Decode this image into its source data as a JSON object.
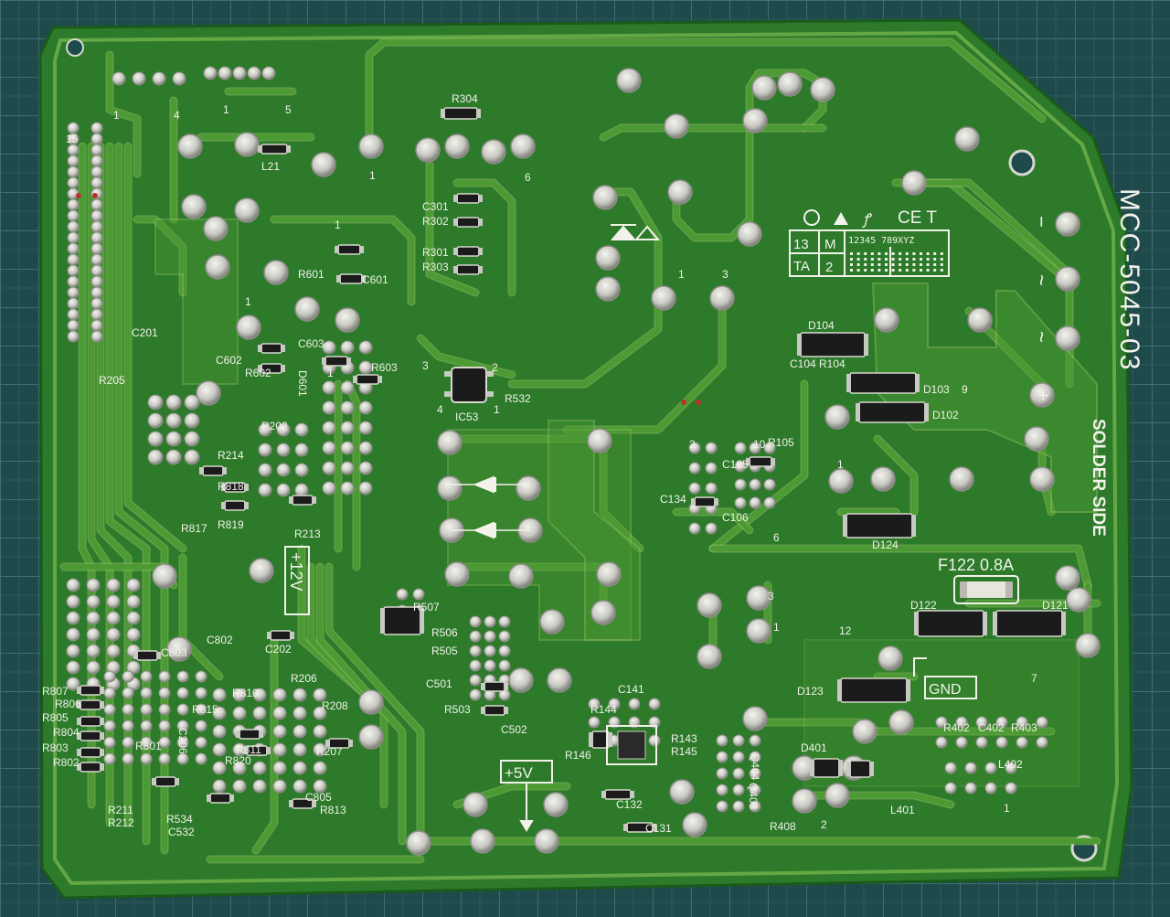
{
  "image": {
    "subject": "pcb-solder-side",
    "colors": {
      "mat": "#1f4a4c",
      "mat_grid": "#3f6f70",
      "board": "#2c7a2a",
      "board_dark": "#256824",
      "trace": "#4c9a34",
      "trace_edge": "#8fbe5e",
      "pad": "#c9c9c3",
      "pad_shadow": "#8d8d87",
      "silk": "#f2f2ea",
      "component": "#1b1b1b"
    }
  },
  "board": {
    "model": "MCC-5045-03",
    "side_label": "SOLDER SIDE",
    "fuse_label": "F122 0.8A",
    "rails": [
      "+12V",
      "+5V",
      "GND"
    ],
    "date_code": {
      "row1_left": "13",
      "row1_mid": "M",
      "row1_right": "12345 789XYZ",
      "row2_left": "TA",
      "row2_mid": "2"
    },
    "cert_mark": "CE T",
    "terminal_marks": [
      "−",
      "~",
      "~",
      "+"
    ],
    "labels": [
      {
        "t": "R304"
      },
      {
        "t": "C301"
      },
      {
        "t": "R302"
      },
      {
        "t": "R301"
      },
      {
        "t": "R303"
      },
      {
        "t": "L21"
      },
      {
        "t": "R601"
      },
      {
        "t": "C601"
      },
      {
        "t": "C201"
      },
      {
        "t": "R205"
      },
      {
        "t": "C602"
      },
      {
        "t": "R602"
      },
      {
        "t": "C603"
      },
      {
        "t": "D601"
      },
      {
        "t": "R603"
      },
      {
        "t": "IC53"
      },
      {
        "t": "R532"
      },
      {
        "t": "R202"
      },
      {
        "t": "R214"
      },
      {
        "t": "R818"
      },
      {
        "t": "R817"
      },
      {
        "t": "R819"
      },
      {
        "t": "R213"
      },
      {
        "t": "C802"
      },
      {
        "t": "C803"
      },
      {
        "t": "C202"
      },
      {
        "t": "R206"
      },
      {
        "t": "R810"
      },
      {
        "t": "R208"
      },
      {
        "t": "R815"
      },
      {
        "t": "R811"
      },
      {
        "t": "R820"
      },
      {
        "t": "R207"
      },
      {
        "t": "R801"
      },
      {
        "t": "C206"
      },
      {
        "t": "R807"
      },
      {
        "t": "R806"
      },
      {
        "t": "R805"
      },
      {
        "t": "R804"
      },
      {
        "t": "R803"
      },
      {
        "t": "R802"
      },
      {
        "t": "R211"
      },
      {
        "t": "R212"
      },
      {
        "t": "R534"
      },
      {
        "t": "C532"
      },
      {
        "t": "C805"
      },
      {
        "t": "R813"
      },
      {
        "t": "R507"
      },
      {
        "t": "R506"
      },
      {
        "t": "R505"
      },
      {
        "t": "C501"
      },
      {
        "t": "R503"
      },
      {
        "t": "C502"
      },
      {
        "t": "C141"
      },
      {
        "t": "R144"
      },
      {
        "t": "R143"
      },
      {
        "t": "R145"
      },
      {
        "t": "R146"
      },
      {
        "t": "C132"
      },
      {
        "t": "C131"
      },
      {
        "t": "Q404"
      },
      {
        "t": "Q403"
      },
      {
        "t": "R408"
      },
      {
        "t": "D401"
      },
      {
        "t": "L401"
      },
      {
        "t": "L402"
      },
      {
        "t": "R402"
      },
      {
        "t": "C402"
      },
      {
        "t": "R403"
      },
      {
        "t": "D123"
      },
      {
        "t": "D122"
      },
      {
        "t": "D121"
      },
      {
        "t": "D124"
      },
      {
        "t": "C134"
      },
      {
        "t": "C105"
      },
      {
        "t": "C106"
      },
      {
        "t": "R105"
      },
      {
        "t": "C104"
      },
      {
        "t": "R104"
      },
      {
        "t": "D104"
      },
      {
        "t": "D103"
      },
      {
        "t": "D102"
      }
    ],
    "pins": [
      {
        "t": "1"
      },
      {
        "t": "4"
      },
      {
        "t": "1"
      },
      {
        "t": "5"
      },
      {
        "t": "1"
      },
      {
        "t": "6"
      },
      {
        "t": "15"
      },
      {
        "t": "1"
      },
      {
        "t": "3"
      },
      {
        "t": "1"
      },
      {
        "t": "3"
      },
      {
        "t": "2"
      },
      {
        "t": "4"
      },
      {
        "t": "1"
      },
      {
        "t": "12"
      },
      {
        "t": "7"
      },
      {
        "t": "9"
      },
      {
        "t": "1"
      },
      {
        "t": "1"
      },
      {
        "t": "2"
      },
      {
        "t": "1"
      },
      {
        "t": "10"
      },
      {
        "t": "6"
      },
      {
        "t": "3"
      },
      {
        "t": "1"
      },
      {
        "t": "2"
      },
      {
        "t": "1"
      }
    ]
  }
}
